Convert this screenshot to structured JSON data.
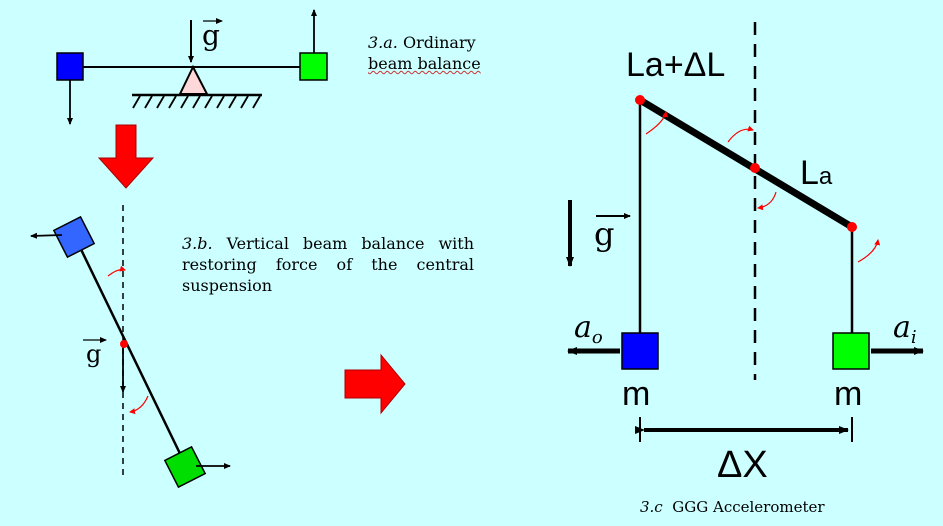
{
  "captions": {
    "a_num": "3.a.",
    "a_line1": "Ordinary",
    "a_line2": "beam balance",
    "b_num": "3.b.",
    "b_text_1": "Vertical beam balance with restoring force of the central",
    "b_text_2": "suspension",
    "c_num": "3.c",
    "c_text": "GGG Accelerometer"
  },
  "labels": {
    "g": "g",
    "la_plus_dl": "La+ΔL",
    "la_main": "L",
    "la_sub": "a",
    "ao_main": "a",
    "ao_sub": "o",
    "ai_main": "a",
    "ai_sub": "i",
    "m_left": "m",
    "m_right": "m",
    "delta_x": "ΔX"
  },
  "colors": {
    "background": "#ccffff",
    "blue_mass": "#0000ff",
    "green_mass": "#00ff00",
    "red_arrow": "#ff0000",
    "pivot_dot": "#ff0000"
  }
}
